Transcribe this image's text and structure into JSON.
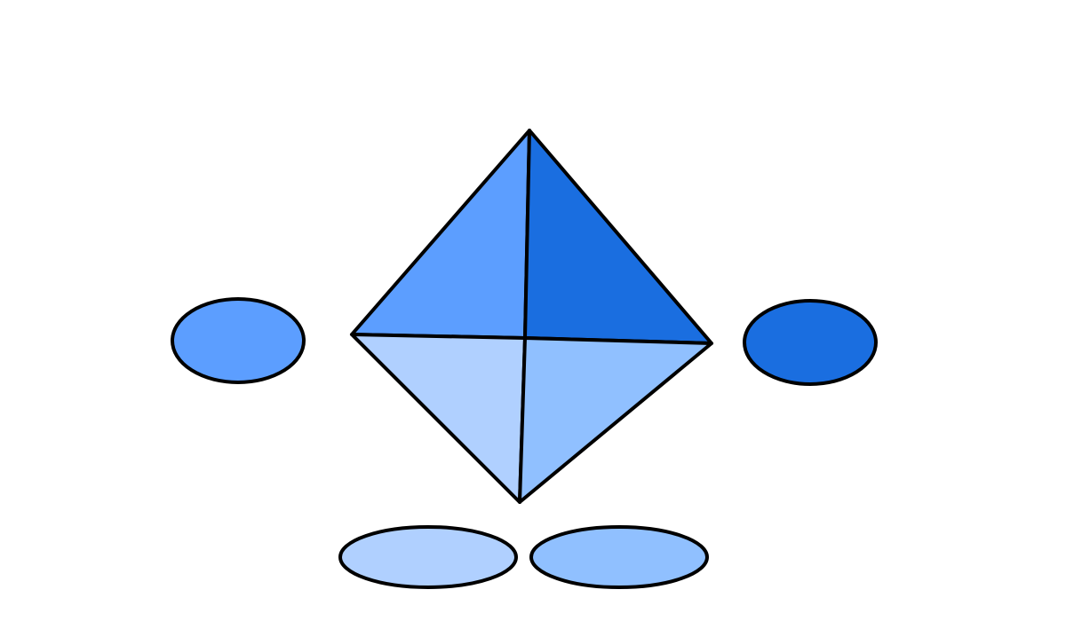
{
  "diagram": {
    "colors": {
      "outline": "#000000",
      "medium_blue": "#5c9eff",
      "dark_blue": "#1a6ee0",
      "light_blue": "#b0d0ff",
      "pale_blue": "#90c0ff",
      "background": "#ffffff"
    },
    "shapes": {
      "diamond_quadrants": [
        "top-left",
        "top-right",
        "bottom-left",
        "bottom-right"
      ],
      "ellipses": [
        "left",
        "right",
        "bottom-left",
        "bottom-right"
      ]
    }
  }
}
